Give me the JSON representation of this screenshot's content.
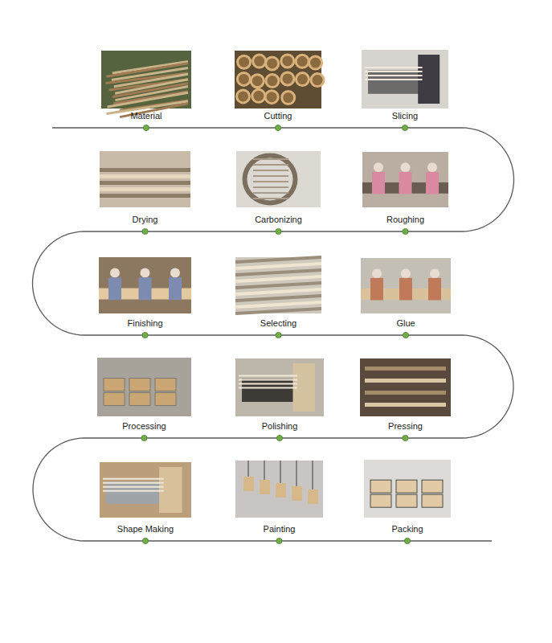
{
  "diagram": {
    "nodes": [
      {
        "text": [
          "Material"
        ]
      },
      {
        "text": [
          "Cutting"
        ]
      },
      {
        "text": [
          "Slicing"
        ]
      },
      {
        "text": [
          "Roughing"
        ]
      },
      {
        "text": [
          "Carbonizing"
        ]
      },
      {
        "text": [
          "Drying"
        ]
      },
      {
        "text": [
          "Finishing"
        ]
      },
      {
        "text": [
          "Selecting"
        ]
      },
      {
        "text": [
          "Glue"
        ]
      },
      {
        "text": [
          "Pressing"
        ]
      },
      {
        "text": [
          "Polishing"
        ]
      },
      {
        "text": [
          "Processing"
        ]
      },
      {
        "text": [
          "Shape Making"
        ]
      },
      {
        "text": [
          "Painting"
        ]
      },
      {
        "text": [
          "Packing"
        ]
      }
    ],
    "edges": [
      {
        "from": 0,
        "to": 1,
        "arrow": "none"
      },
      {
        "from": 1,
        "to": 2,
        "arrow": "none"
      },
      {
        "from": 2,
        "to": 3,
        "arrow": "none"
      },
      {
        "from": 3,
        "to": 4,
        "arrow": "none"
      },
      {
        "from": 4,
        "to": 5,
        "arrow": "none"
      },
      {
        "from": 5,
        "to": 6,
        "arrow": "none"
      },
      {
        "from": 6,
        "to": 7,
        "arrow": "none"
      },
      {
        "from": 7,
        "to": 8,
        "arrow": "none"
      },
      {
        "from": 8,
        "to": 9,
        "arrow": "none"
      },
      {
        "from": 9,
        "to": 10,
        "arrow": "none"
      },
      {
        "from": 10,
        "to": 11,
        "arrow": "none"
      },
      {
        "from": 11,
        "to": 12,
        "arrow": "none"
      },
      {
        "from": 12,
        "to": 13,
        "arrow": "none"
      },
      {
        "from": 13,
        "to": 14,
        "arrow": "none"
      }
    ]
  }
}
